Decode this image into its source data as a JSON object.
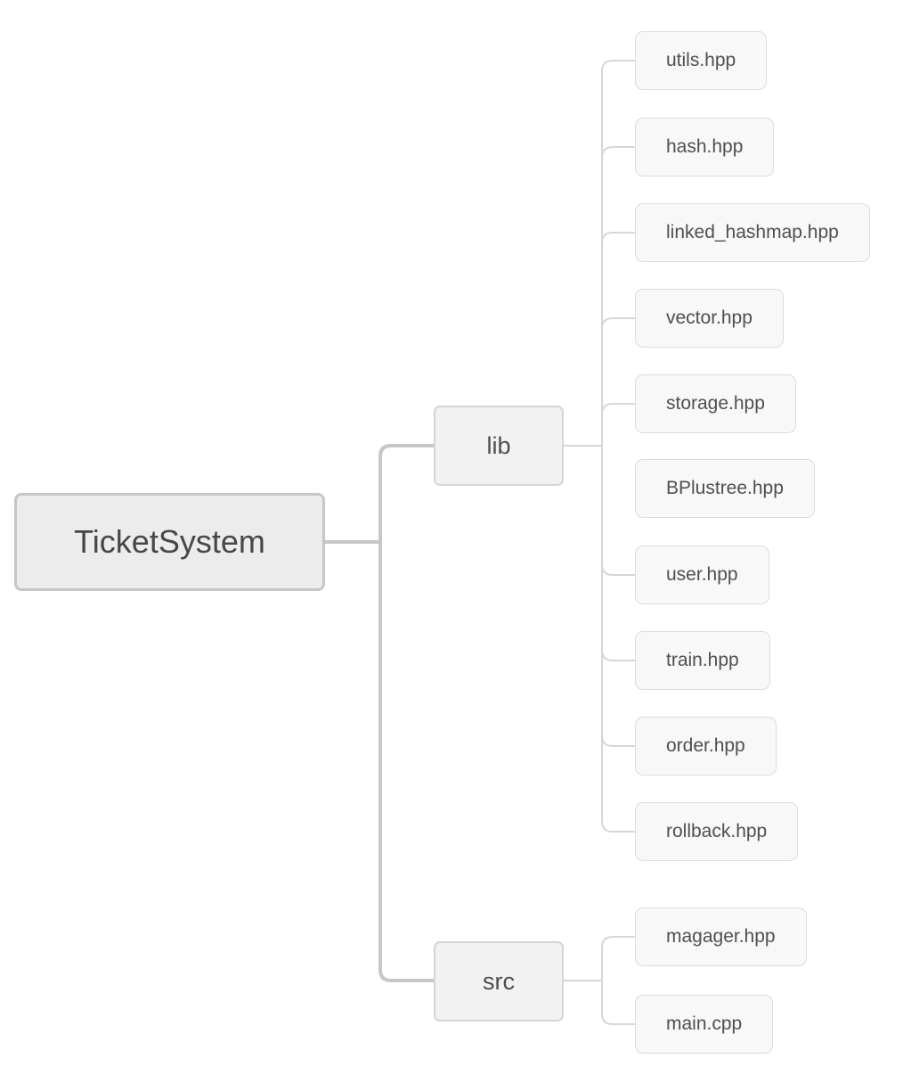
{
  "tree": {
    "root": {
      "label": "TicketSystem"
    },
    "branches": [
      {
        "label": "lib",
        "children": [
          {
            "label": "utils.hpp"
          },
          {
            "label": "hash.hpp"
          },
          {
            "label": "linked_hashmap.hpp"
          },
          {
            "label": "vector.hpp"
          },
          {
            "label": "storage.hpp"
          },
          {
            "label": "BPlustree.hpp"
          },
          {
            "label": "user.hpp"
          },
          {
            "label": "train.hpp"
          },
          {
            "label": "order.hpp"
          },
          {
            "label": "rollback.hpp"
          }
        ]
      },
      {
        "label": "src",
        "children": [
          {
            "label": "magager.hpp"
          },
          {
            "label": "main.cpp"
          }
        ]
      }
    ],
    "colors": {
      "background": "#ffffff",
      "root_fill": "#ececec",
      "root_border": "#c6c6c6",
      "branch_fill": "#f2f2f2",
      "branch_border": "#d5d5d5",
      "leaf_fill": "#f8f8f8",
      "leaf_border": "#dcdcdc",
      "main_connector": "#c7c7c7",
      "child_connector": "#d7d7d7",
      "text": "#4d4d4d"
    }
  }
}
